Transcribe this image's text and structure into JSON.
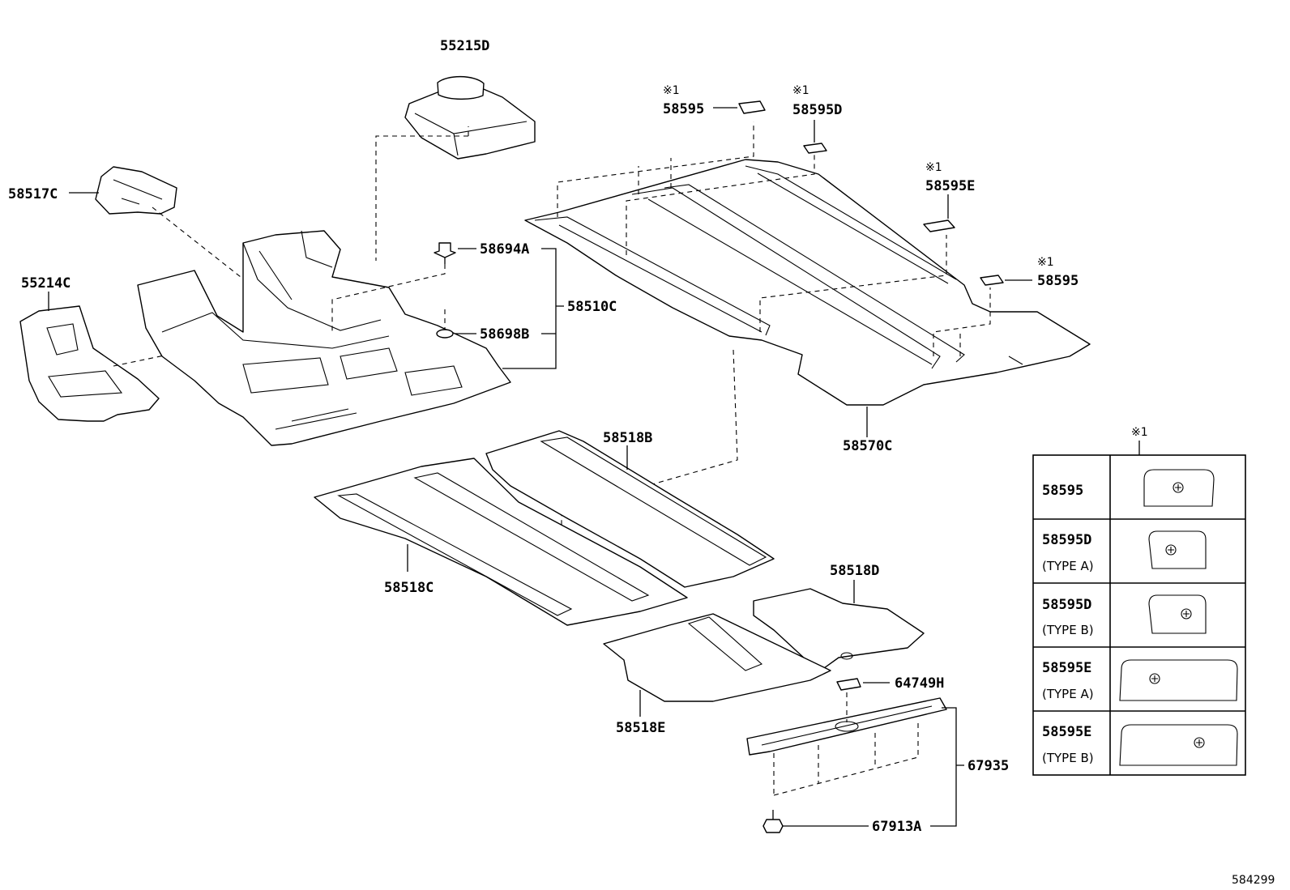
{
  "diagram_code": "584299",
  "ref_mark": "※1",
  "callouts": {
    "c55215D": "55215D",
    "c58517C": "58517C",
    "c55214C": "55214C",
    "c58694A": "58694A",
    "c58510C": "58510C",
    "c58698B": "58698B",
    "c58595_top": "58595",
    "c58595D": "58595D",
    "c58595E": "58595E",
    "c58595_right": "58595",
    "c58570C": "58570C",
    "c58518B": "58518B",
    "c58518C": "58518C",
    "c58518D": "58518D",
    "c58518E": "58518E",
    "c64749H": "64749H",
    "c67935": "67935",
    "c67913A": "67913A"
  },
  "legend": {
    "mark": "※1",
    "rows": [
      {
        "part": "58595",
        "type": ""
      },
      {
        "part": "58595D",
        "type": "(TYPE A)"
      },
      {
        "part": "58595D",
        "type": "(TYPE B)"
      },
      {
        "part": "58595E",
        "type": "(TYPE A)"
      },
      {
        "part": "58595E",
        "type": "(TYPE B)"
      }
    ]
  }
}
